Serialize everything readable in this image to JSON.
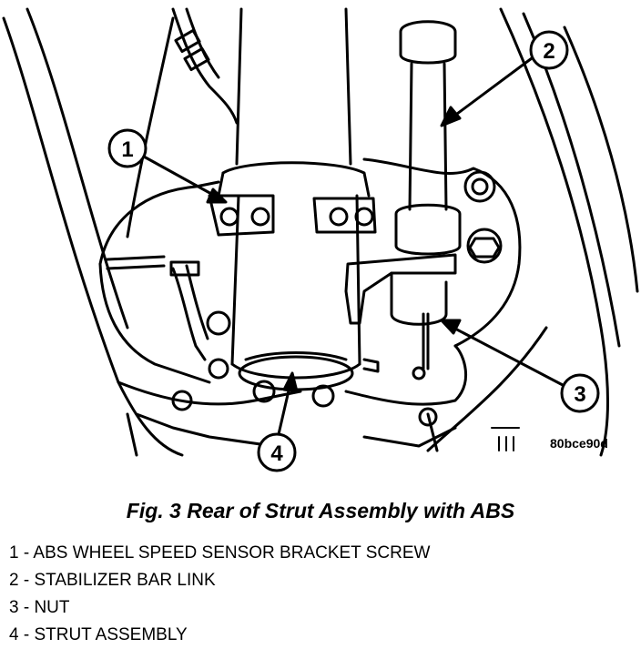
{
  "figure": {
    "reference_code": "80bce90d",
    "callouts": [
      {
        "number": "1"
      },
      {
        "number": "2"
      },
      {
        "number": "3"
      },
      {
        "number": "4"
      }
    ]
  },
  "caption": "Fig. 3 Rear of Strut Assembly with ABS",
  "legend": [
    {
      "text": "1 - ABS WHEEL SPEED SENSOR BRACKET SCREW"
    },
    {
      "text": "2 - STABILIZER BAR LINK"
    },
    {
      "text": "3 - NUT"
    },
    {
      "text": "4 - STRUT ASSEMBLY"
    }
  ]
}
